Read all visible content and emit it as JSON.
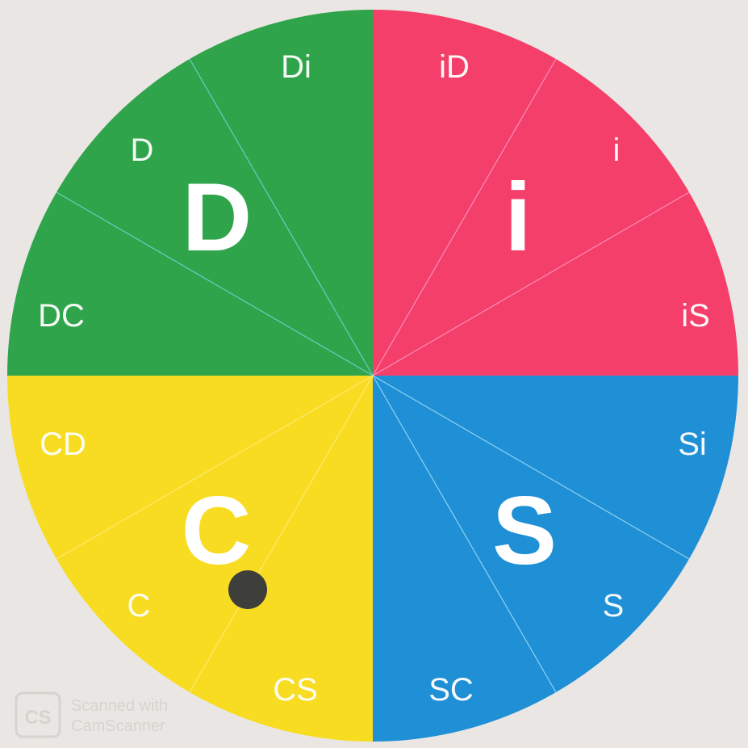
{
  "quadrants": {
    "D": {
      "label": "D",
      "color": "#2fa44a",
      "segments": [
        "Di",
        "D",
        "DC"
      ]
    },
    "i": {
      "label": "i",
      "color": "#f43f6a",
      "segments": [
        "iD",
        "i",
        "iS"
      ]
    },
    "S": {
      "label": "S",
      "color": "#1f8fd6",
      "segments": [
        "Si",
        "S",
        "SC"
      ]
    },
    "C": {
      "label": "C",
      "color": "#f8dc22",
      "segments": [
        "CD",
        "C",
        "CS"
      ]
    }
  },
  "marker": {
    "color": "#3e3e3a"
  },
  "watermark": {
    "badge": "CS",
    "line1": "Scanned with",
    "line2": "CamScanner"
  }
}
